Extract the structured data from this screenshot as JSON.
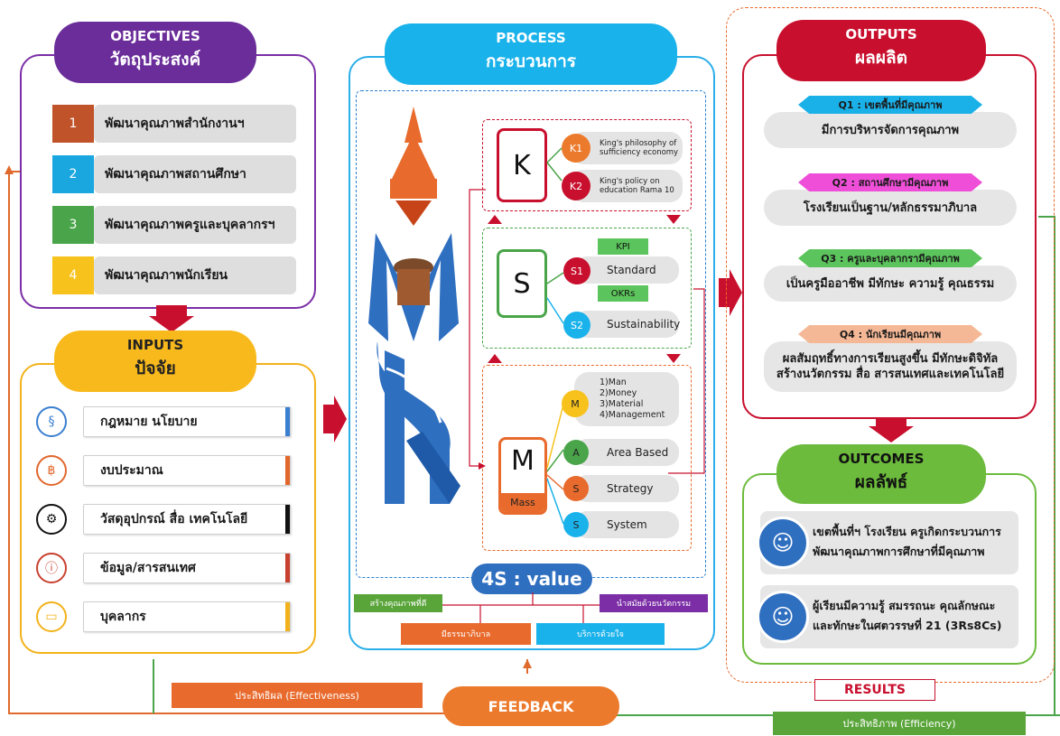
{
  "objectives": {
    "title_en": "OBJECTIVES",
    "title_th": "วัตถุประสงค์",
    "items": [
      {
        "num": "1",
        "label": "พัฒนาคุณภาพสำนักงานฯ",
        "color": "#c0532a"
      },
      {
        "num": "2",
        "label": "พัฒนาคุณภาพสถานศึกษา",
        "color": "#1aa7e0"
      },
      {
        "num": "3",
        "label": "พัฒนาคุณภาพครูและบุคลากรฯ",
        "color": "#4aa54a"
      },
      {
        "num": "4",
        "label": "พัฒนาคุณภาพนักเรียน",
        "color": "#f8c21c"
      }
    ]
  },
  "inputs": {
    "title_en": "INPUTS",
    "title_th": "ปัจจัย",
    "items": [
      {
        "label": "กฎหมาย นโยบาย",
        "icon": "law-document-icon",
        "color": "#3a7fd0"
      },
      {
        "label": "งบประมาณ",
        "icon": "budget-icon",
        "color": "#e2672c"
      },
      {
        "label": "วัสดุอุปกรณ์ สื่อ เทคโนโลยี",
        "icon": "technology-icon",
        "color": "#111111"
      },
      {
        "label": "ข้อมูล/สารสนเทศ",
        "icon": "information-icon",
        "color": "#c8402e"
      },
      {
        "label": "บุคลากร",
        "icon": "personnel-book-icon",
        "color": "#f2b21b"
      }
    ]
  },
  "process": {
    "title_en": "PROCESS",
    "title_th": "กระบวนการ",
    "k": {
      "letter": "K",
      "items": [
        {
          "code": "K1",
          "label": "King's philosophy of sufficiency economy"
        },
        {
          "code": "K2",
          "label": "King's policy on education Rama 10"
        }
      ]
    },
    "s": {
      "letter": "S",
      "kpi": "KPI",
      "okrs": "OKRs",
      "items": [
        {
          "code": "S1",
          "label": "Standard"
        },
        {
          "code": "S2",
          "label": "Sustainability"
        }
      ]
    },
    "m": {
      "letter": "M",
      "mass": "Mass",
      "m_code": "M",
      "m_lines": [
        "1)Man",
        "2)Money",
        "3)Material",
        "4)Management"
      ],
      "items": [
        {
          "code": "A",
          "label": "Area Based"
        },
        {
          "code": "S",
          "label": "Strategy"
        },
        {
          "code": "S",
          "label": "System"
        }
      ]
    },
    "value_title": "4S : value",
    "values": [
      "สร้างคุณภาพที่ดี",
      "นำสมัยด้วยนวัตกรรม",
      "มีธรรมาภิบาล",
      "บริการด้วยใจ"
    ]
  },
  "outputs": {
    "title_en": "OUTPUTS",
    "title_th": "ผลผลิต",
    "items": [
      {
        "tab": "Q1 : เขตพื้นที่มีคุณภาพ",
        "body": "มีการบริหารจัดการคุณภาพ",
        "tab_color": "#1ab0e8"
      },
      {
        "tab": "Q2 : สถานศึกษามีคุณภาพ",
        "body": "โรงเรียนเป็นฐาน/หลักธรรมาภิบาล",
        "tab_color": "#ef4fd8"
      },
      {
        "tab": "Q3 : ครูและบุคลากรามีคุณภาพ",
        "body": "เป็นครูมืออาชีพ มีทักษะ ความรู้ คุณธรรม",
        "tab_color": "#5cc45c"
      },
      {
        "tab": "Q4 : นักเรียนมีคุณภาพ",
        "body": "ผลสัมฤทธิ์ทางการเรียนสูงขึ้น มีทักษะดิจิทัล สร้างนวัตกรรม สื่อ สารสนเทศและเทคโนโลยี",
        "tab_color": "#f4b896"
      }
    ]
  },
  "outcomes": {
    "title_en": "OUTCOMES",
    "title_th": "ผลลัพธ์",
    "items": [
      {
        "text": "เขตพื้นที่ฯ โรงเรียน ครูเกิดกระบวนการ พัฒนาคุณภาพการศึกษาที่มีคุณภาพ",
        "icon": "teacher-icon"
      },
      {
        "text": "ผู้เรียนมีความรู้ สมรรถนะ คุณลักษณะ และทักษะในศตวรรษที่ 21 (3Rs8Cs)",
        "icon": "student-icon"
      }
    ]
  },
  "results": "RESULTS",
  "feedback": "FEEDBACK",
  "effectiveness": "ประสิทธิผล (Effectiveness)",
  "efficiency": "ประสิทธิภาพ (Efficiency)"
}
